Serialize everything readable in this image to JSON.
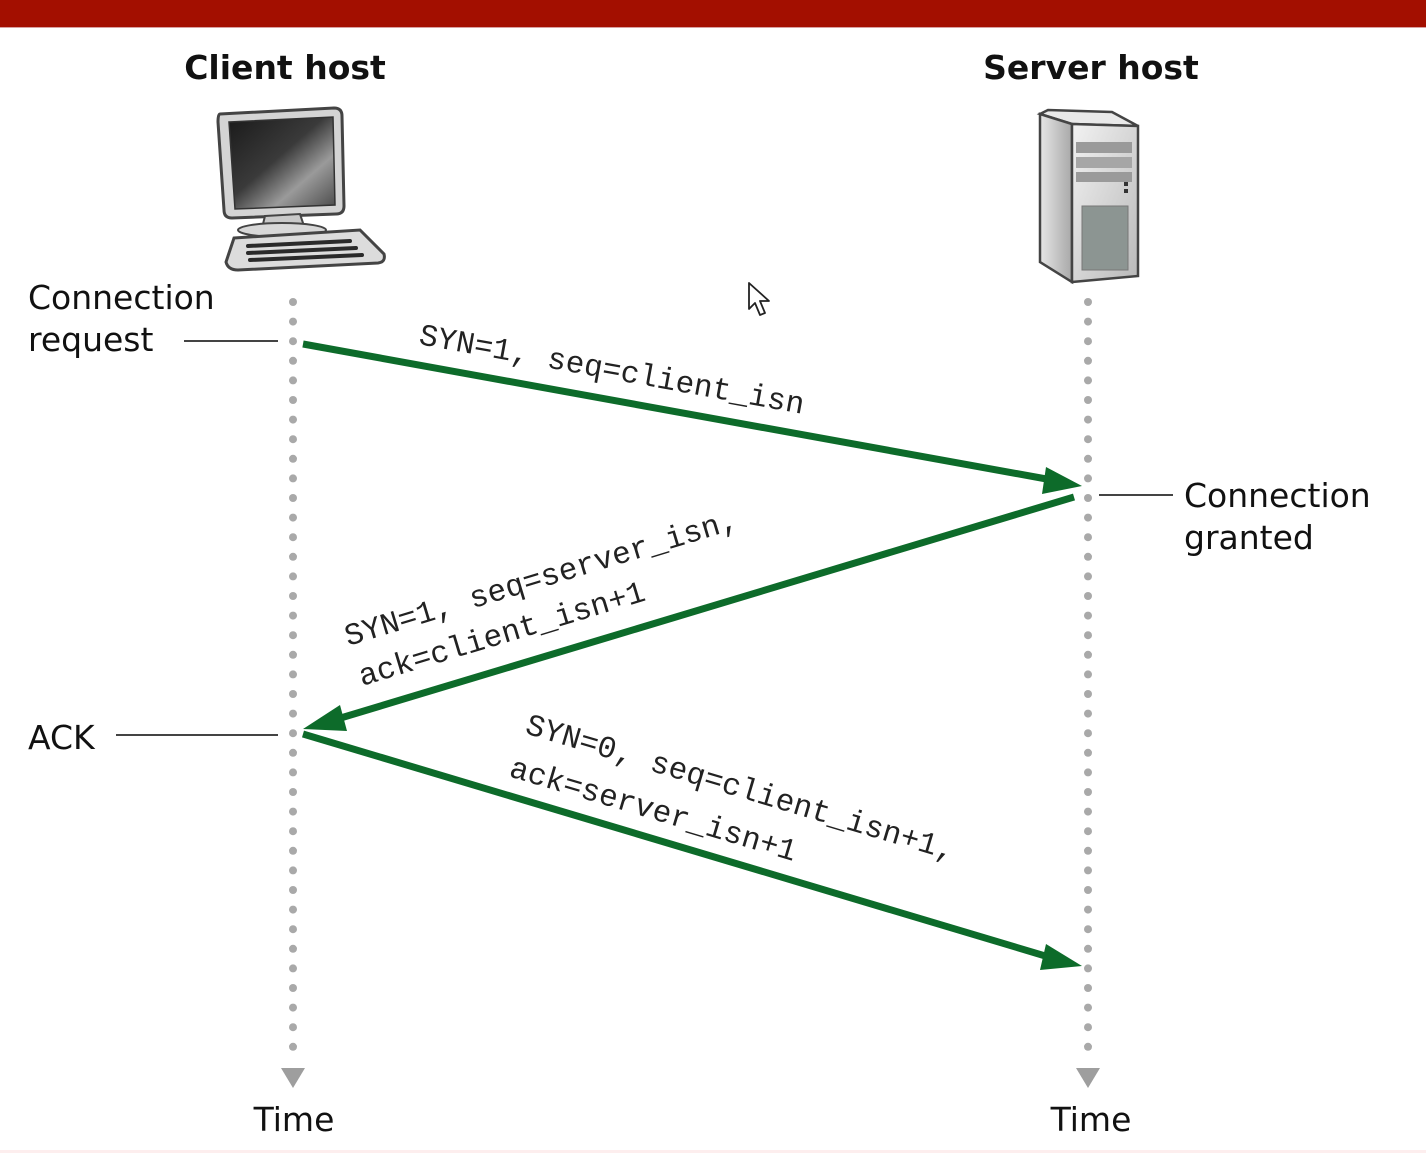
{
  "header": {
    "bar_color": "#a30f00"
  },
  "hosts": {
    "client": {
      "title": "Client host",
      "icon": "desktop-computer-icon",
      "timeline_label": "Time"
    },
    "server": {
      "title": "Server host",
      "icon": "server-tower-icon",
      "timeline_label": "Time"
    }
  },
  "events": {
    "client_request_line1": "Connection",
    "client_request_line2": "request",
    "server_granted_line1": "Connection",
    "server_granted_line2": "granted",
    "client_ack": "ACK"
  },
  "messages": [
    {
      "direction": "client-to-server",
      "lines": [
        "SYN=1, seq=client_isn"
      ]
    },
    {
      "direction": "server-to-client",
      "lines": [
        "SYN=1, seq=server_isn,",
        "ack=client_isn+1"
      ]
    },
    {
      "direction": "client-to-server",
      "lines": [
        "SYN=0, seq=client_isn+1,",
        "ack=server_isn+1"
      ]
    }
  ],
  "colors": {
    "arrow": "#0d6b2a",
    "timeline_dots": "#a9a9a9",
    "leader_line": "#444444"
  },
  "cursor": {
    "icon": "mouse-pointer-icon"
  }
}
